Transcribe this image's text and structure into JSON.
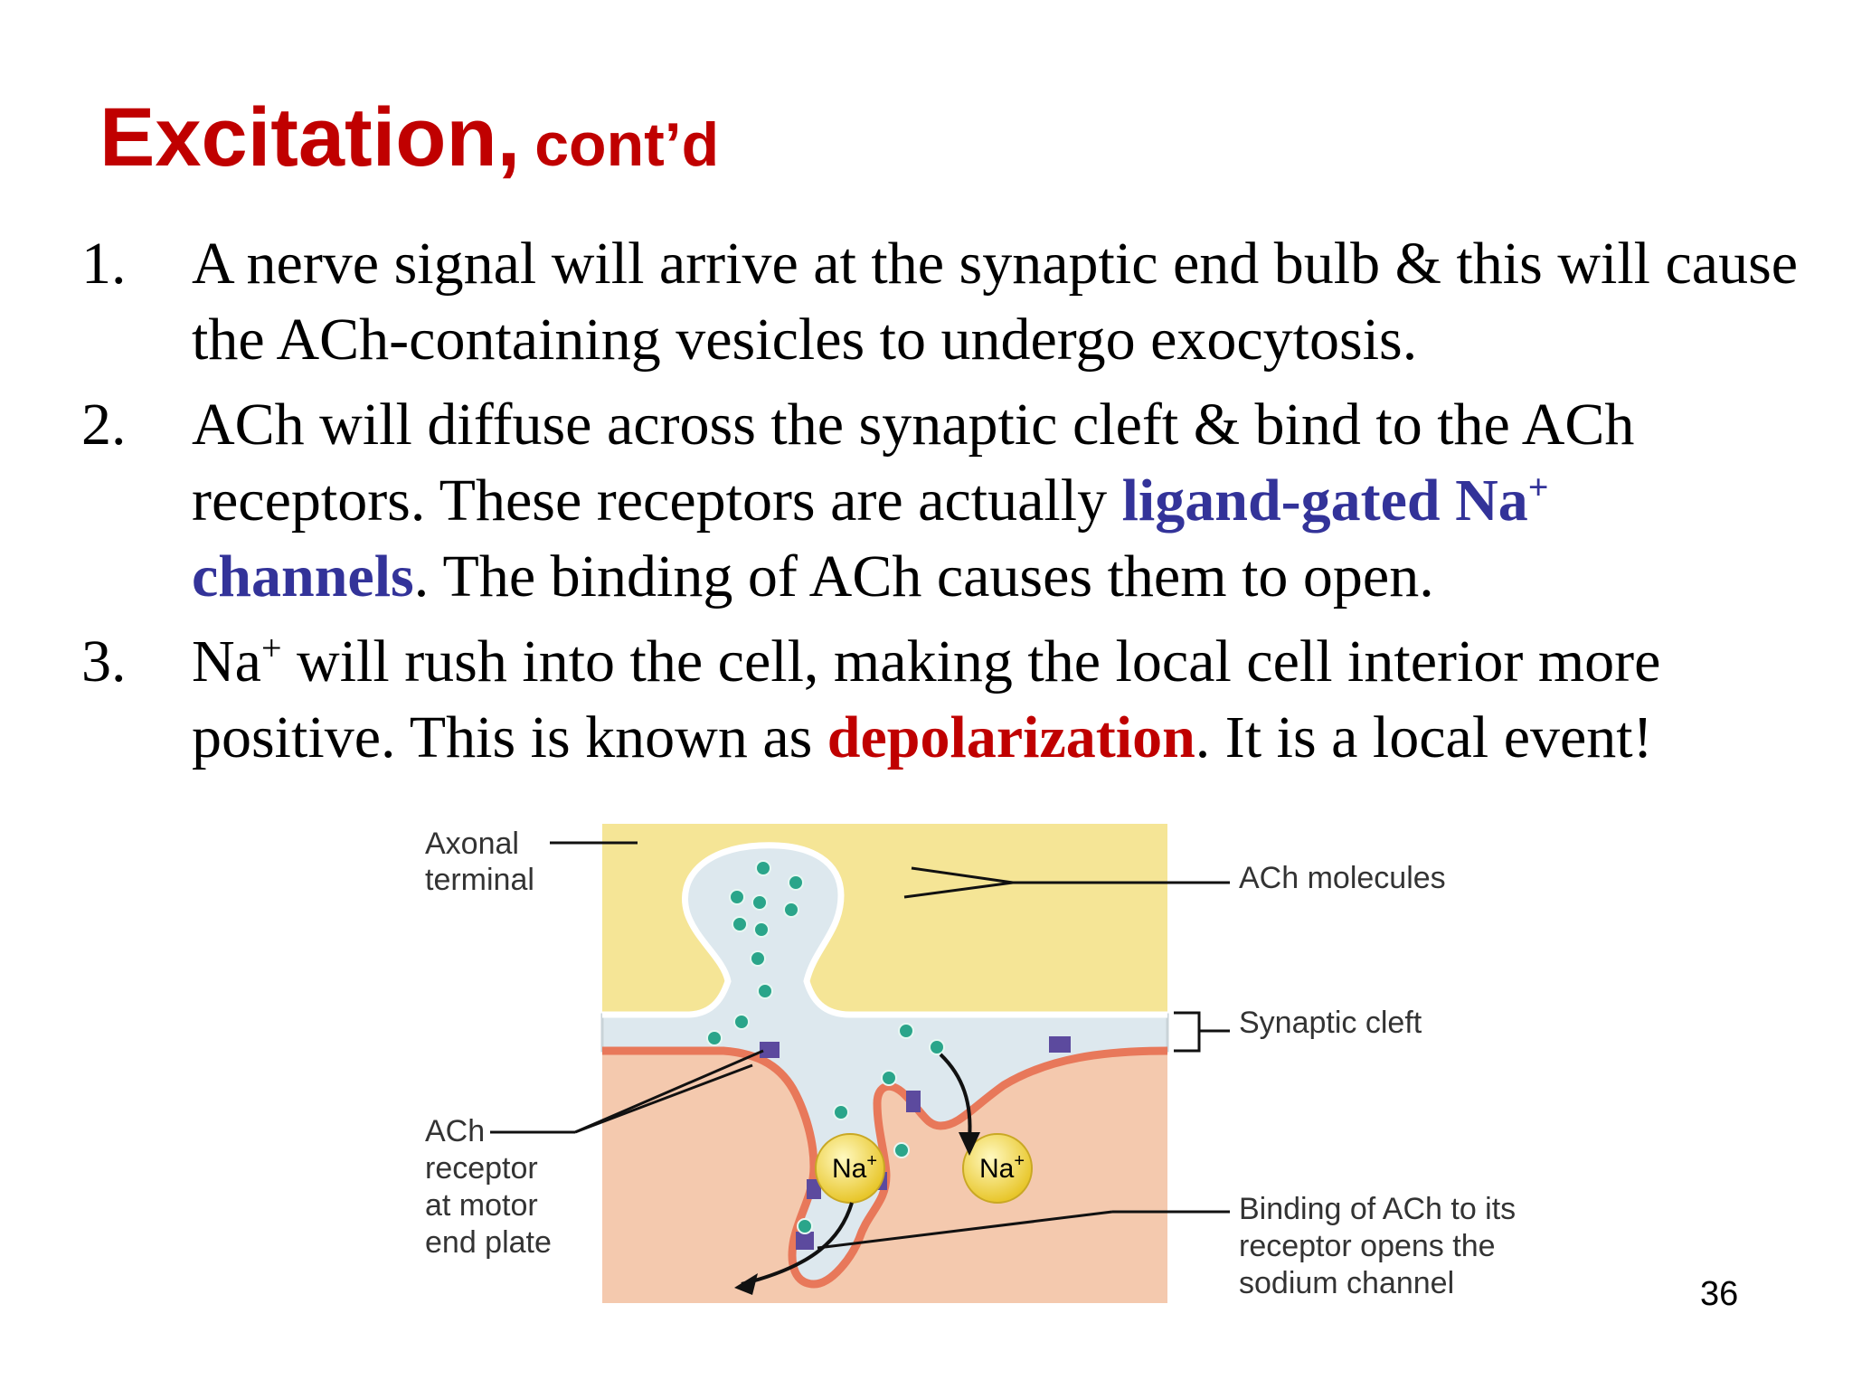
{
  "slide": {
    "title_main": "Excitation,",
    "title_sub": "cont’d",
    "page_number": "36"
  },
  "items": [
    {
      "number": "1.",
      "text": "A nerve signal will arrive at the synaptic end bulb & this will cause the ACh-containing vesicles to undergo exocytosis."
    },
    {
      "number": "2.",
      "text_a": "ACh will diffuse across the synaptic cleft & bind to the ACh receptors.  These receptors are actually ",
      "highlight_a": "ligand-gated Na",
      "sup_a": "+",
      "highlight_b": "channels",
      "text_b": ".  The binding of ACh causes them to open."
    },
    {
      "number": "3.",
      "text_a": "Na",
      "sup_a": "+",
      "text_b": " will rush into the cell, making the local cell interior more positive. This is known as ",
      "highlight": "depolarization",
      "text_c": ".  It is a local event!"
    }
  ],
  "figure": {
    "labels": {
      "axonal_terminal": [
        "Axonal",
        "terminal"
      ],
      "ach_molecules": "ACh molecules",
      "synaptic_cleft": "Synaptic cleft",
      "ach_receptor": [
        "ACh",
        "receptor",
        "at motor",
        "end plate"
      ],
      "binding": [
        "Binding of ACh to its",
        "receptor opens the",
        "sodium channel"
      ],
      "ion": "Na",
      "ion_sup": "+"
    },
    "colors": {
      "terminal": "#f5e596",
      "cleft": "#dde8ee",
      "muscle": "#f4c9ae",
      "membrane": "#e8785a",
      "ach": "#2aa58a",
      "receptor": "#5c4a9e",
      "ion": "#f2d542"
    }
  }
}
